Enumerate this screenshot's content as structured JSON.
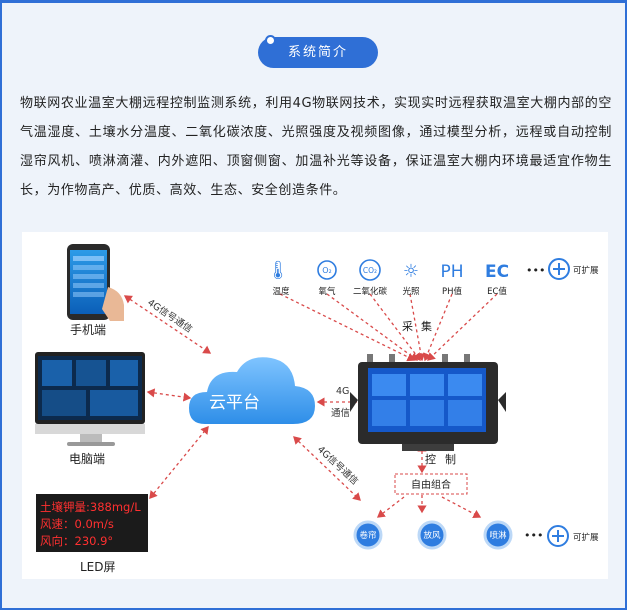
{
  "header": {
    "title": "系统简介"
  },
  "intro": {
    "text": "物联网农业温室大棚远程控制监测系统，利用4G物联网技术，实现实时远程获取温室大棚内部的空气温湿度、土壤水分温度、二氧化碳浓度、光照强度及视频图像，通过模型分析，远程或自动控制湿帘风机、喷淋滴灌、内外遮阳、顶窗侧窗、加温补光等设备，保证温室大棚内环境最适宜作物生长，为作物高产、优质、高效、生态、安全创造条件。"
  },
  "diagram": {
    "cloud_label": "云平台",
    "phone_label": "手机端",
    "pc_label": "电脑端",
    "led_label": "LED屏",
    "led_lines": [
      "土壤钾量:388mg/L",
      "风速：0.0m/s",
      "风向：230.9°"
    ],
    "link_phone": "4G信号通信",
    "link_device_1": "4G",
    "link_device_2": "通信",
    "link_lower": "4G信号通信",
    "collect_1": "采",
    "collect_2": "集",
    "control_1": "控",
    "control_2": "制",
    "combo": "自由组合",
    "sensors": [
      {
        "icon": "thermometer-icon",
        "glyph": "🌡",
        "label": "温度"
      },
      {
        "icon": "oxygen-icon",
        "glyph": "O₂",
        "label": "氧气"
      },
      {
        "icon": "co2-icon",
        "glyph": "CO₂",
        "label": "二氧化碳"
      },
      {
        "icon": "light-icon",
        "glyph": "☼",
        "label": "光照"
      },
      {
        "icon": "ph-icon",
        "glyph": "PH",
        "label": "PH值"
      },
      {
        "icon": "ec-icon",
        "glyph": "EC",
        "label": "EC值"
      }
    ],
    "sensor_more": "•••",
    "sensor_expand": "可扩展",
    "actuators": [
      "卷帘",
      "放风",
      "喷淋"
    ],
    "actuator_more": "•••",
    "actuator_expand": "可扩展",
    "colors": {
      "accent": "#2f6fd6",
      "link": "#d94a4a",
      "node": "#2f7de0"
    }
  }
}
